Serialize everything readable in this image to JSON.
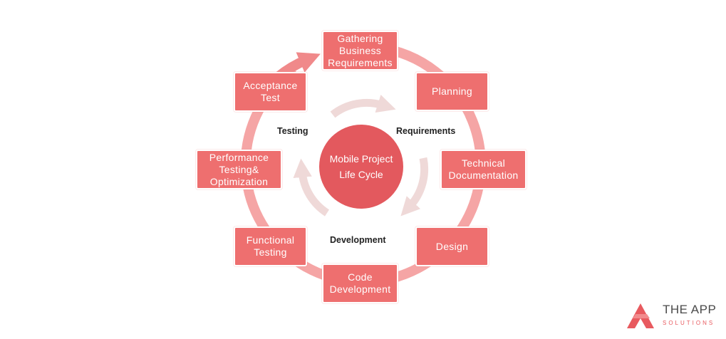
{
  "center": {
    "label": "Mobile Project\nLife Cycle"
  },
  "phases": {
    "requirements": "Requirements",
    "development": "Development",
    "testing": "Testing"
  },
  "stages": [
    {
      "label": "Gathering\nBusiness\nRequirements"
    },
    {
      "label": "Planning"
    },
    {
      "label": "Technical\nDocumentation"
    },
    {
      "label": "Design"
    },
    {
      "label": "Code\nDevelopment"
    },
    {
      "label": "Functional\nTesting"
    },
    {
      "label": "Performance\nTesting&\nOptimization"
    },
    {
      "label": "Acceptance\nTest"
    }
  ],
  "logo": {
    "title": "THE APP",
    "subtitle": "SOLUTIONS"
  },
  "colors": {
    "stage": "#ee6f6f",
    "ring": "#f5a5a5",
    "center": "#e3595e",
    "inner_arrows": "#f0dcdc"
  }
}
